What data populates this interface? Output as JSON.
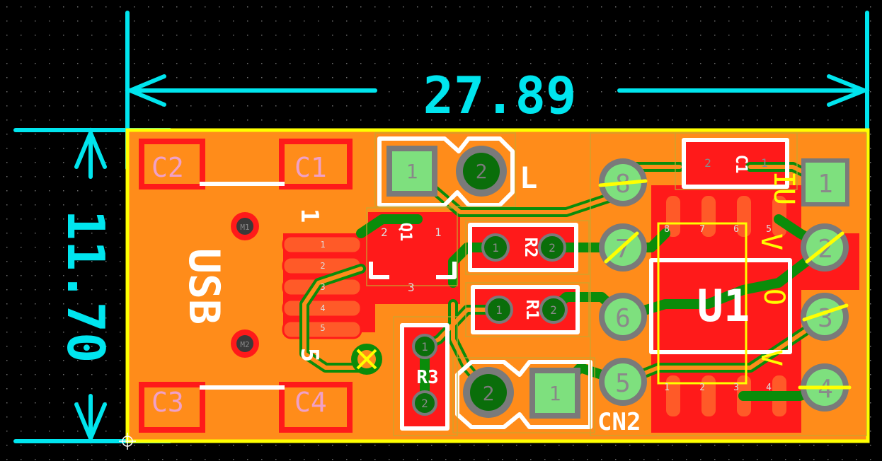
{
  "dimensions": {
    "width_mm": "27.89",
    "height_mm": "11.70",
    "color": "#00e5ee"
  },
  "colors": {
    "board_fill": "#ff8c1a",
    "copper_top": "#ff1a1a",
    "trace_outline": "#0a8c0a",
    "silkscreen": "#ffffff",
    "board_outline": "#ffff00",
    "pad_green": "#7ee07e",
    "background": "#000000"
  },
  "components": {
    "usb": {
      "designator": "USB",
      "pin_first": "1",
      "pin_last": "5",
      "pins": [
        "1",
        "2",
        "3",
        "4",
        "5"
      ],
      "mount_pads": [
        "M1",
        "M2"
      ]
    },
    "caps_pads": {
      "c1": "C1",
      "c2": "C2",
      "c3": "C3",
      "c4": "C4"
    },
    "c1": {
      "designator": "C1",
      "pin1": "1",
      "pin2": "2"
    },
    "q1": {
      "designator": "Q1",
      "pin1": "1",
      "pin2": "2",
      "pin3": "3"
    },
    "r1": {
      "designator": "R1",
      "pin1": "1",
      "pin2": "2"
    },
    "r2": {
      "designator": "R2",
      "pin1": "1",
      "pin2": "2"
    },
    "r3": {
      "designator": "R3",
      "pin1": "1",
      "pin2": "2"
    },
    "l": {
      "designator": "L",
      "pin1": "1",
      "pin2": "2"
    },
    "cn2": {
      "designator": "CN2",
      "pin1": "1",
      "pin2": "2"
    },
    "u1": {
      "designator": "U1",
      "pins_top": [
        "8",
        "7",
        "6",
        "5"
      ],
      "pins_bottom": [
        "1",
        "2",
        "3",
        "4"
      ]
    },
    "header": {
      "pins": [
        "1",
        "2",
        "3",
        "4",
        "5",
        "6",
        "7",
        "8"
      ]
    },
    "u1_marks": {
      "mark1": "IU",
      "mark2": "V",
      "mark3": "O",
      "mark4": "V"
    }
  }
}
